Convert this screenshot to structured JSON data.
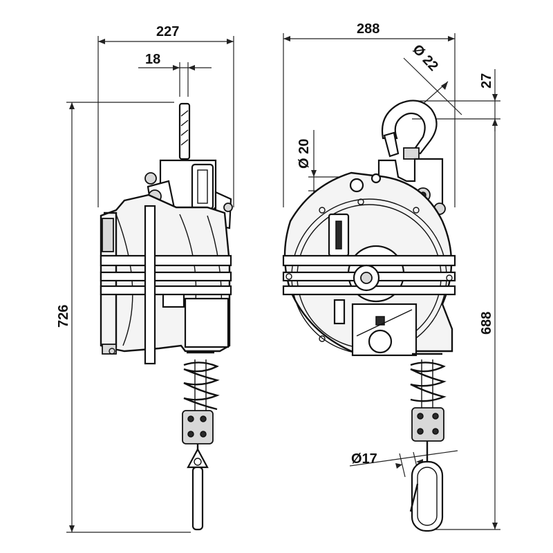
{
  "dimensions": {
    "side_width": "227",
    "side_offset": "18",
    "side_height": "726",
    "front_width": "288",
    "front_hook_diameter": "Ø 22",
    "front_hook_height": "27",
    "front_shaft_diameter": "Ø 20",
    "front_height": "688",
    "front_cable_diameter": "Ø17"
  },
  "colors": {
    "line": "#111111",
    "background": "#ffffff"
  }
}
